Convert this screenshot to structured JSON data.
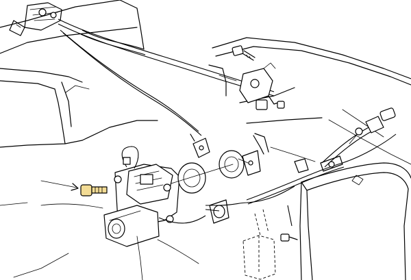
{
  "diagram": {
    "colors": {
      "line": "#000000",
      "background": "#ffffff",
      "highlight_bolt": "#f3dc95"
    },
    "parts": [
      "vacuum-bracket-top-left",
      "mounting-bolt-upper-right",
      "bracket-upper-right",
      "bowden-cable-pair",
      "electric-actuator",
      "mounting-bolt-highlighted",
      "grommet",
      "dashed-bracket-lower",
      "fender-bracket-right",
      "connector-right"
    ]
  }
}
